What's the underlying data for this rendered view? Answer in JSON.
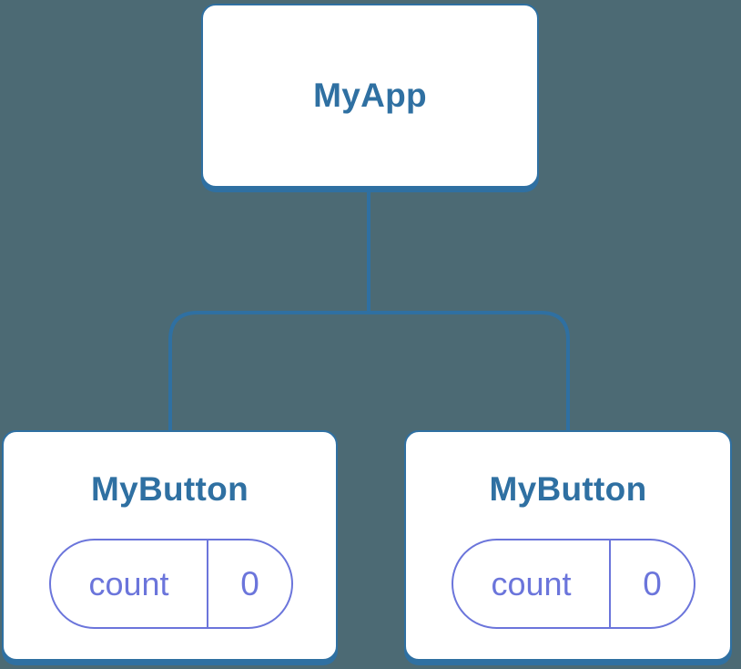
{
  "diagram": {
    "type": "component-tree",
    "root": {
      "label": "MyApp"
    },
    "children": [
      {
        "label": "MyButton",
        "state": {
          "name": "count",
          "value": "0"
        }
      },
      {
        "label": "MyButton",
        "state": {
          "name": "count",
          "value": "0"
        }
      }
    ],
    "colors": {
      "background": "#4C6A74",
      "node_border": "#2F70A2",
      "node_text": "#2F70A2",
      "node_fill": "#FFFFFF",
      "state_border": "#6B75DB",
      "state_text": "#6B75DB"
    }
  }
}
